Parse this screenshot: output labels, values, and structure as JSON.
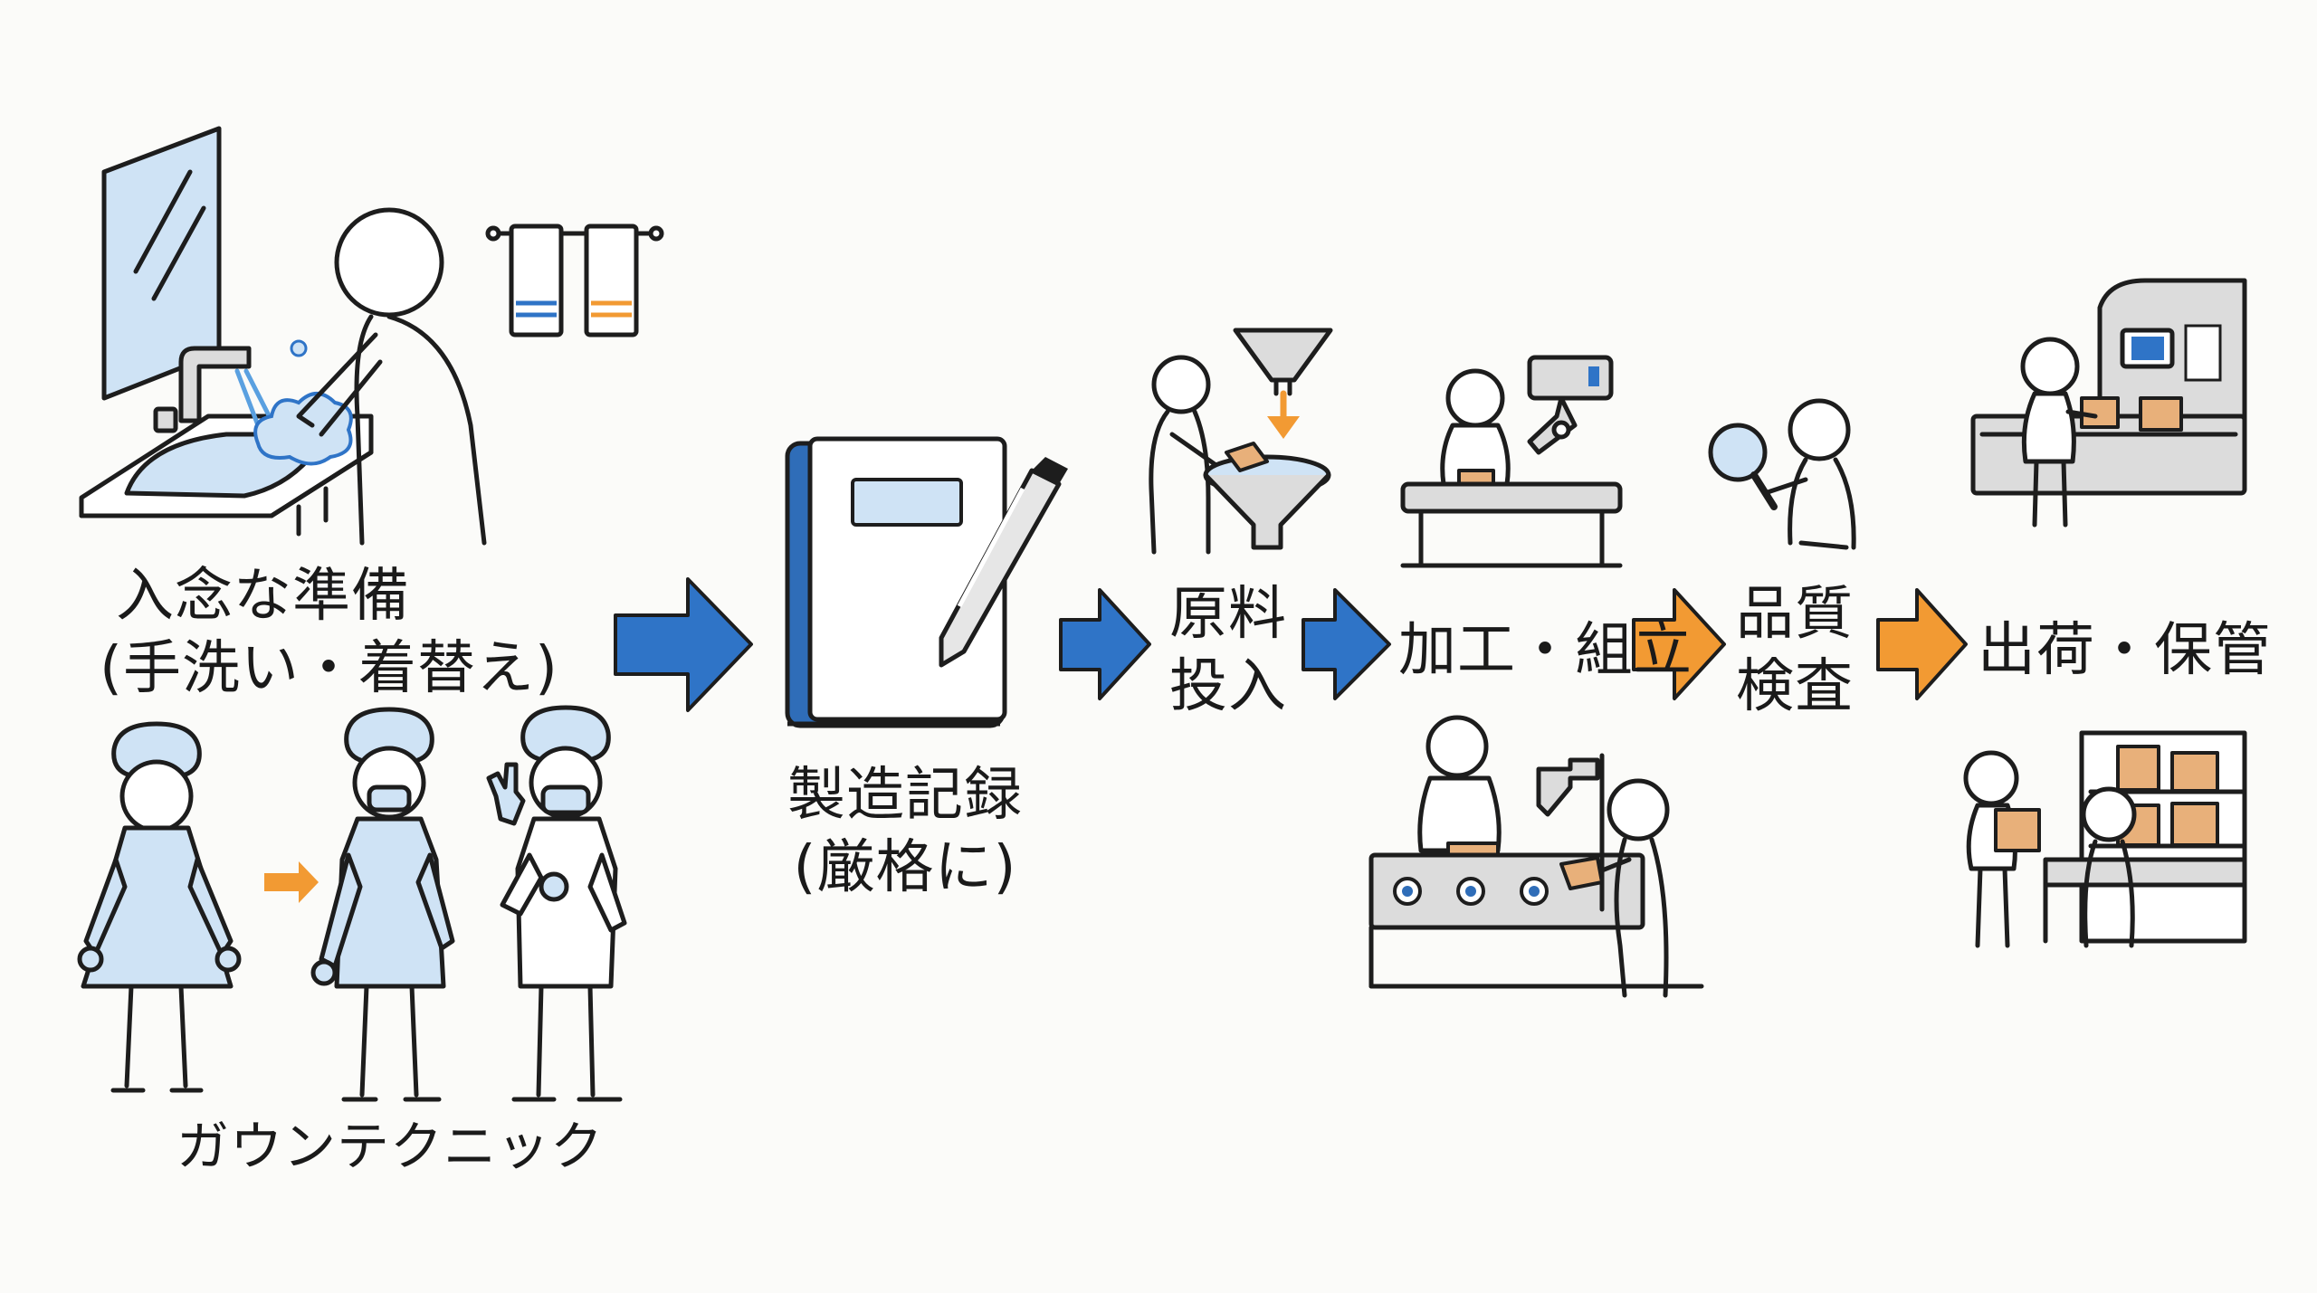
{
  "labels": {
    "preparation_line1": "入念な準備",
    "preparation_line2": "(手洗い・着替え)",
    "gown_technique": "ガウンテクニック",
    "record_line1": "製造記録",
    "record_line2": "(厳格に)",
    "material_line1": "原料",
    "material_line2": "投入",
    "processing": "加工・組立",
    "inspection_line1": "品質",
    "inspection_line2": "検査",
    "shipping": "出荷・保管"
  },
  "colors": {
    "blue_arrow": "#2f74c7",
    "orange_arrow": "#f29a33",
    "line": "#1d1d1d",
    "light_blue": "#cfe3f5",
    "notebook_blue": "#2f6db8",
    "gray": "#d9d9d9",
    "box": "#e8b07a"
  },
  "icons": [
    "sink-mirror-icon",
    "towel-rack-icon",
    "worker-washing-icon",
    "gown-figure-icon",
    "notebook-pen-icon",
    "funnel-icon",
    "conveyor-icon",
    "magnifier-icon",
    "machine-icon",
    "shelf-icon"
  ]
}
